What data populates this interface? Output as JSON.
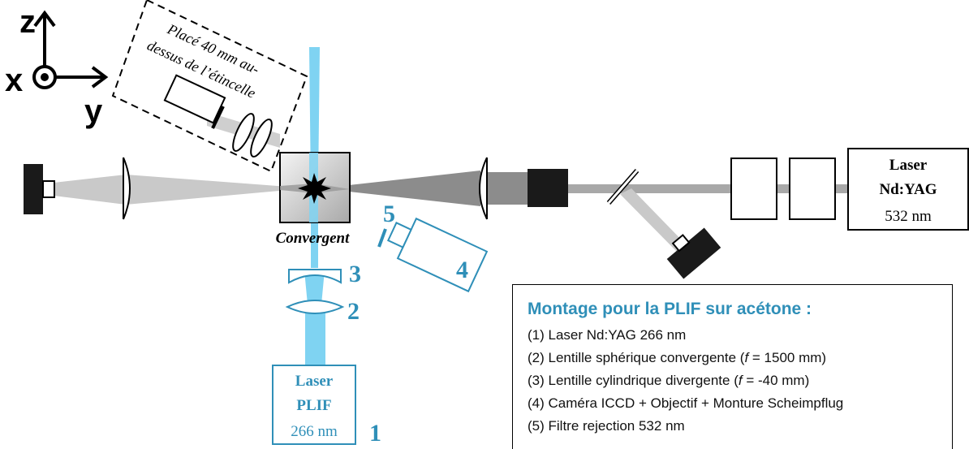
{
  "axes": {
    "z": "z",
    "x": "x",
    "y": "y"
  },
  "camera_note": {
    "line1": "Placé 40 mm au-",
    "line2": "dessus de l’étincelle"
  },
  "convergent_label": "Convergent",
  "nd_yag_laser": {
    "line1": "Laser",
    "line2": "Nd:YAG",
    "line3": "532 nm"
  },
  "plif_laser": {
    "line1": "Laser",
    "line2": "PLIF",
    "line3": "266 nm"
  },
  "markers": [
    "1",
    "2",
    "3",
    "4",
    "5"
  ],
  "legend": {
    "title": "Montage pour la PLIF sur acétone :",
    "items": [
      {
        "pre": "(1) Laser Nd:YAG 266 nm",
        "italic": "",
        "post": ""
      },
      {
        "pre": "(2) Lentille sphérique convergente (",
        "italic": "f",
        "post": " = 1500 mm)"
      },
      {
        "pre": "(3) Lentille cylindrique divergente (",
        "italic": "f",
        "post": " = -40 mm)"
      },
      {
        "pre": "(4) Caméra ICCD + Objectif + Monture Scheimpflug",
        "italic": "",
        "post": ""
      },
      {
        "pre": "(5) Filtre rejection 532 nm",
        "italic": "",
        "post": ""
      }
    ]
  },
  "colors": {
    "plif_blue": "#2f8fb8",
    "beam_blue": "#7fd3f2",
    "beam_grey": "#9e9e9e"
  }
}
